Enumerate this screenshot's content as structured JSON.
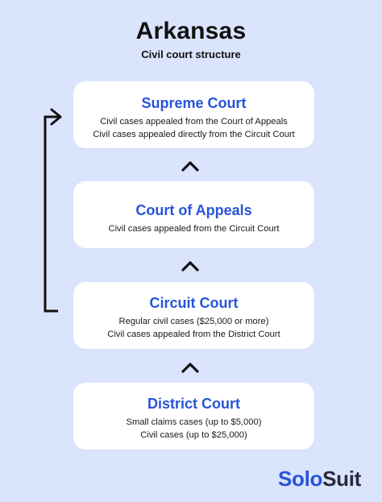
{
  "title": "Arkansas",
  "subtitle": "Civil court structure",
  "courts": [
    {
      "name": "Supreme Court",
      "lines": [
        "Civil cases appealed from the Court of Appeals",
        "Civil cases appealed directly from the Circuit Court"
      ]
    },
    {
      "name": "Court of Appeals",
      "lines": [
        "Civil cases appealed from the Circuit Court"
      ]
    },
    {
      "name": "Circuit Court",
      "lines": [
        "Regular civil cases ($25,000 or more)",
        "Civil cases appealed from the District Court"
      ]
    },
    {
      "name": "District Court",
      "lines": [
        "Small claims cases (up to $5,000)",
        "Civil cases (up to $25,000)"
      ]
    }
  ],
  "logo": {
    "part1": "Solo",
    "part2": "Suit"
  },
  "colors": {
    "background": "#dbe4fd",
    "accent": "#2755d9",
    "text": "#111111"
  }
}
